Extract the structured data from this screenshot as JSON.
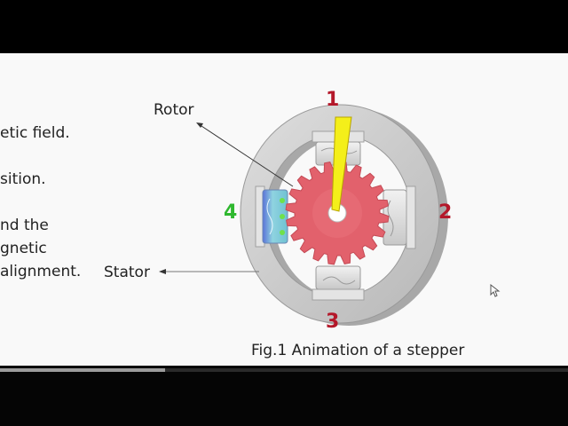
{
  "slide": {
    "body_text": [
      "etic field.",
      "sition.",
      "nd the",
      "gnetic",
      "alignment."
    ],
    "labels": {
      "rotor": "Rotor",
      "stator": "Stator"
    },
    "pole_numbers": [
      "1",
      "2",
      "3",
      "4"
    ],
    "caption": "Fig.1 Animation of a stepper"
  },
  "colors": {
    "ring": "#cfcfcf",
    "rotor": "#e2616c",
    "pointer": "#f4ef1a",
    "pole_number": "#b4182a",
    "active_pole_number": "#2fb82f",
    "active_coil": "#7ccad8"
  },
  "video": {
    "progress_percent": 29
  }
}
